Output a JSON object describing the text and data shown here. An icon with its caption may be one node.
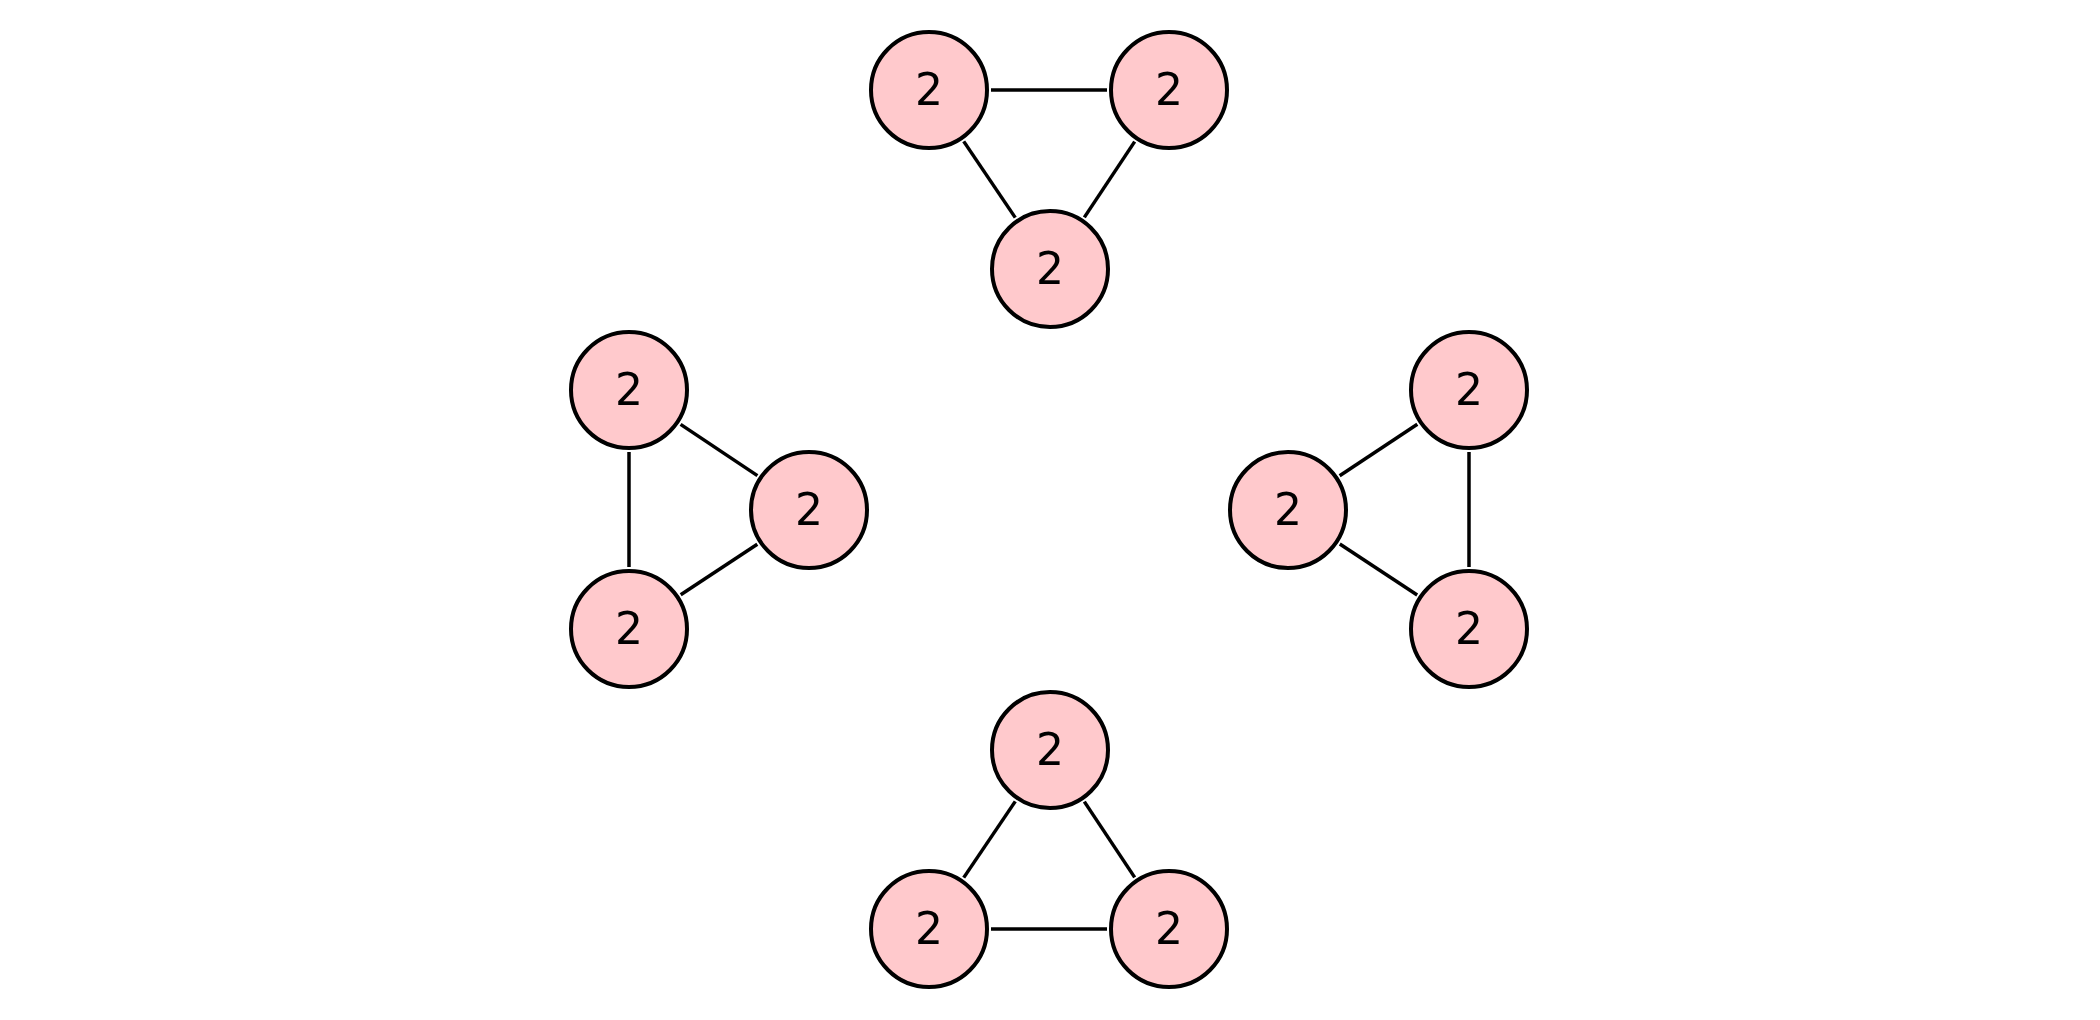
{
  "diagram": {
    "nodes": [
      {
        "text": [
          "2"
        ]
      },
      {
        "text": [
          "2"
        ]
      },
      {
        "text": [
          "2"
        ]
      },
      {
        "text": [
          "2"
        ]
      },
      {
        "text": [
          "2"
        ]
      },
      {
        "text": [
          "2"
        ]
      },
      {
        "text": [
          "2"
        ]
      },
      {
        "text": [
          "2"
        ]
      },
      {
        "text": [
          "2"
        ]
      },
      {
        "text": [
          "2"
        ]
      },
      {
        "text": [
          "2"
        ]
      },
      {
        "text": [
          "2"
        ]
      }
    ],
    "edges": [
      {
        "from": 0,
        "to": 1,
        "arrow": "none"
      },
      {
        "from": 0,
        "to": 2,
        "arrow": "none"
      },
      {
        "from": 1,
        "to": 2,
        "arrow": "none"
      },
      {
        "from": 3,
        "to": 5,
        "arrow": "none"
      },
      {
        "from": 3,
        "to": 7,
        "arrow": "none"
      },
      {
        "from": 5,
        "to": 7,
        "arrow": "none"
      },
      {
        "from": 4,
        "to": 6,
        "arrow": "none"
      },
      {
        "from": 4,
        "to": 8,
        "arrow": "none"
      },
      {
        "from": 6,
        "to": 8,
        "arrow": "none"
      },
      {
        "from": 9,
        "to": 10,
        "arrow": "none"
      },
      {
        "from": 9,
        "to": 11,
        "arrow": "none"
      },
      {
        "from": 10,
        "to": 11,
        "arrow": "none"
      }
    ]
  }
}
